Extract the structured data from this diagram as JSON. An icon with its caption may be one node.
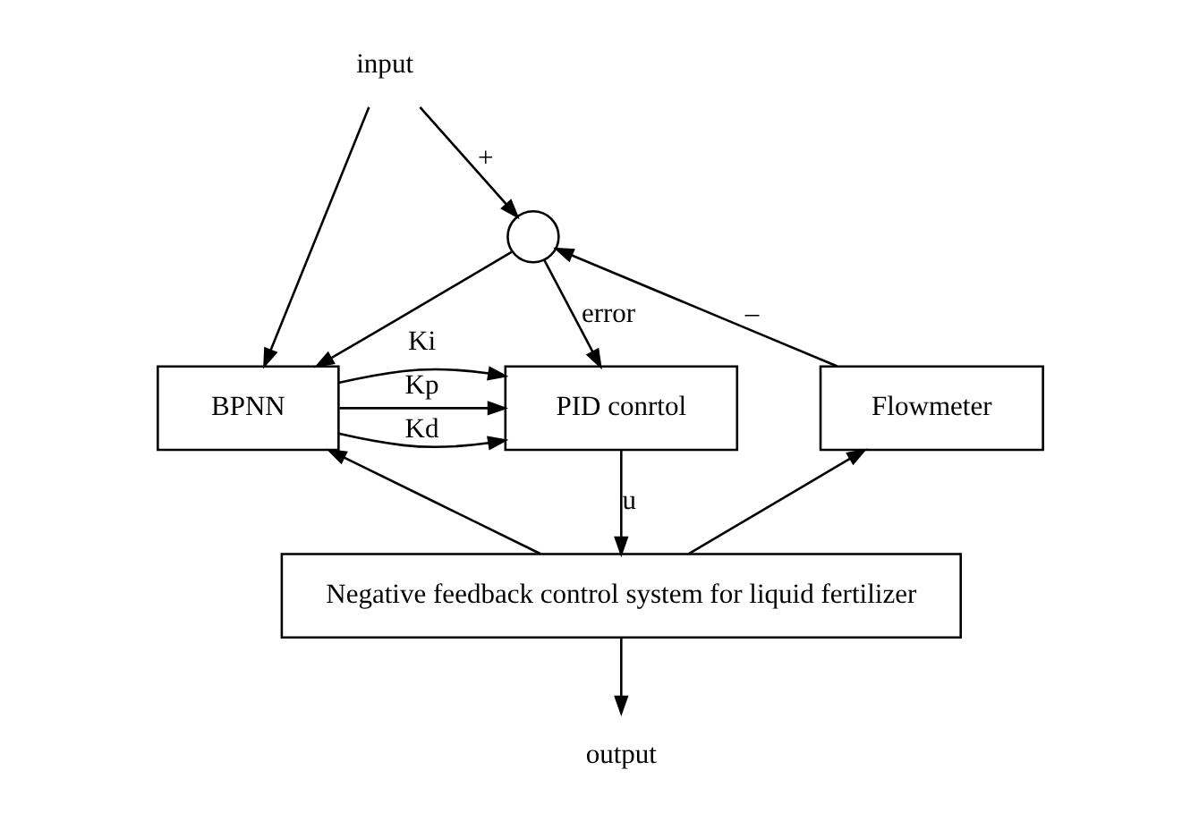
{
  "diagram": {
    "nodes": [
      {
        "text": [
          "input"
        ]
      },
      {
        "text": [],
        "shape": "circle"
      },
      {
        "text": [
          "BPNN"
        ]
      },
      {
        "text": [
          "PID conrtol"
        ]
      },
      {
        "text": [
          "Flowmeter"
        ]
      },
      {
        "text": [
          "Negative feedback control system for liquid fertilizer"
        ]
      },
      {
        "text": [
          "output"
        ]
      }
    ],
    "edges": [
      {
        "from": 0,
        "to": 1,
        "arrow": "to",
        "label": "+"
      },
      {
        "from": 0,
        "to": 2,
        "arrow": "to"
      },
      {
        "from": 4,
        "to": 1,
        "arrow": "to",
        "label": "–"
      },
      {
        "from": 1,
        "to": 3,
        "arrow": "to",
        "label": "error"
      },
      {
        "from": 1,
        "to": 2,
        "arrow": "to"
      },
      {
        "from": 2,
        "to": 3,
        "arrow": "to",
        "label": "Kp"
      },
      {
        "from": 2,
        "to": 3,
        "arrow": "to",
        "label": "Ki"
      },
      {
        "from": 2,
        "to": 3,
        "arrow": "to",
        "label": "Kd"
      },
      {
        "from": 3,
        "to": 5,
        "arrow": "to",
        "label": "u"
      },
      {
        "from": 5,
        "to": 6,
        "arrow": "to"
      },
      {
        "from": 5,
        "to": 2,
        "arrow": "to"
      },
      {
        "from": 5,
        "to": 4,
        "arrow": "to"
      }
    ]
  }
}
